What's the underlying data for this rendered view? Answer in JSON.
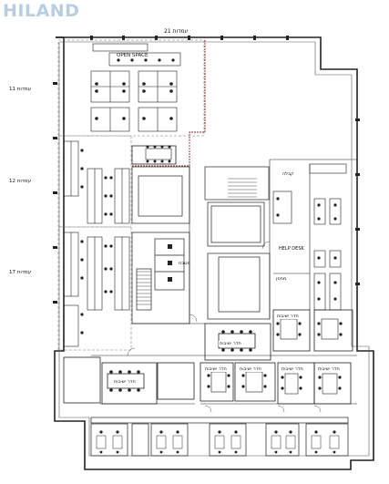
{
  "logo": {
    "text": "HILAND"
  },
  "labels": {
    "top_stations": "21 עמדות",
    "open_space": "OPEN SPACE",
    "stations_11": "11 עמדות",
    "stations_12": "12 עמדות",
    "stations_17": "17 עמדות",
    "reception": "קבלה",
    "help_desk": "HELP DESK",
    "storage": "מחסן",
    "kitchen": "מטבח"
  },
  "rooms": {
    "meeting_a": "חדר ישיבות",
    "meeting_b": "חדר ישיבות",
    "meeting_c": "חדר ישיבות",
    "meeting_d": "חדר ישיבות",
    "meeting_e": "חדר ישיבות",
    "meeting_f": "חדר ישיבות",
    "meeting_g": "חדר ישיבות"
  },
  "colors": {
    "line": "#222222",
    "logo": "#b9cde0",
    "accent_wall": "#8b2a2a",
    "dashed_zone": "#777777"
  }
}
